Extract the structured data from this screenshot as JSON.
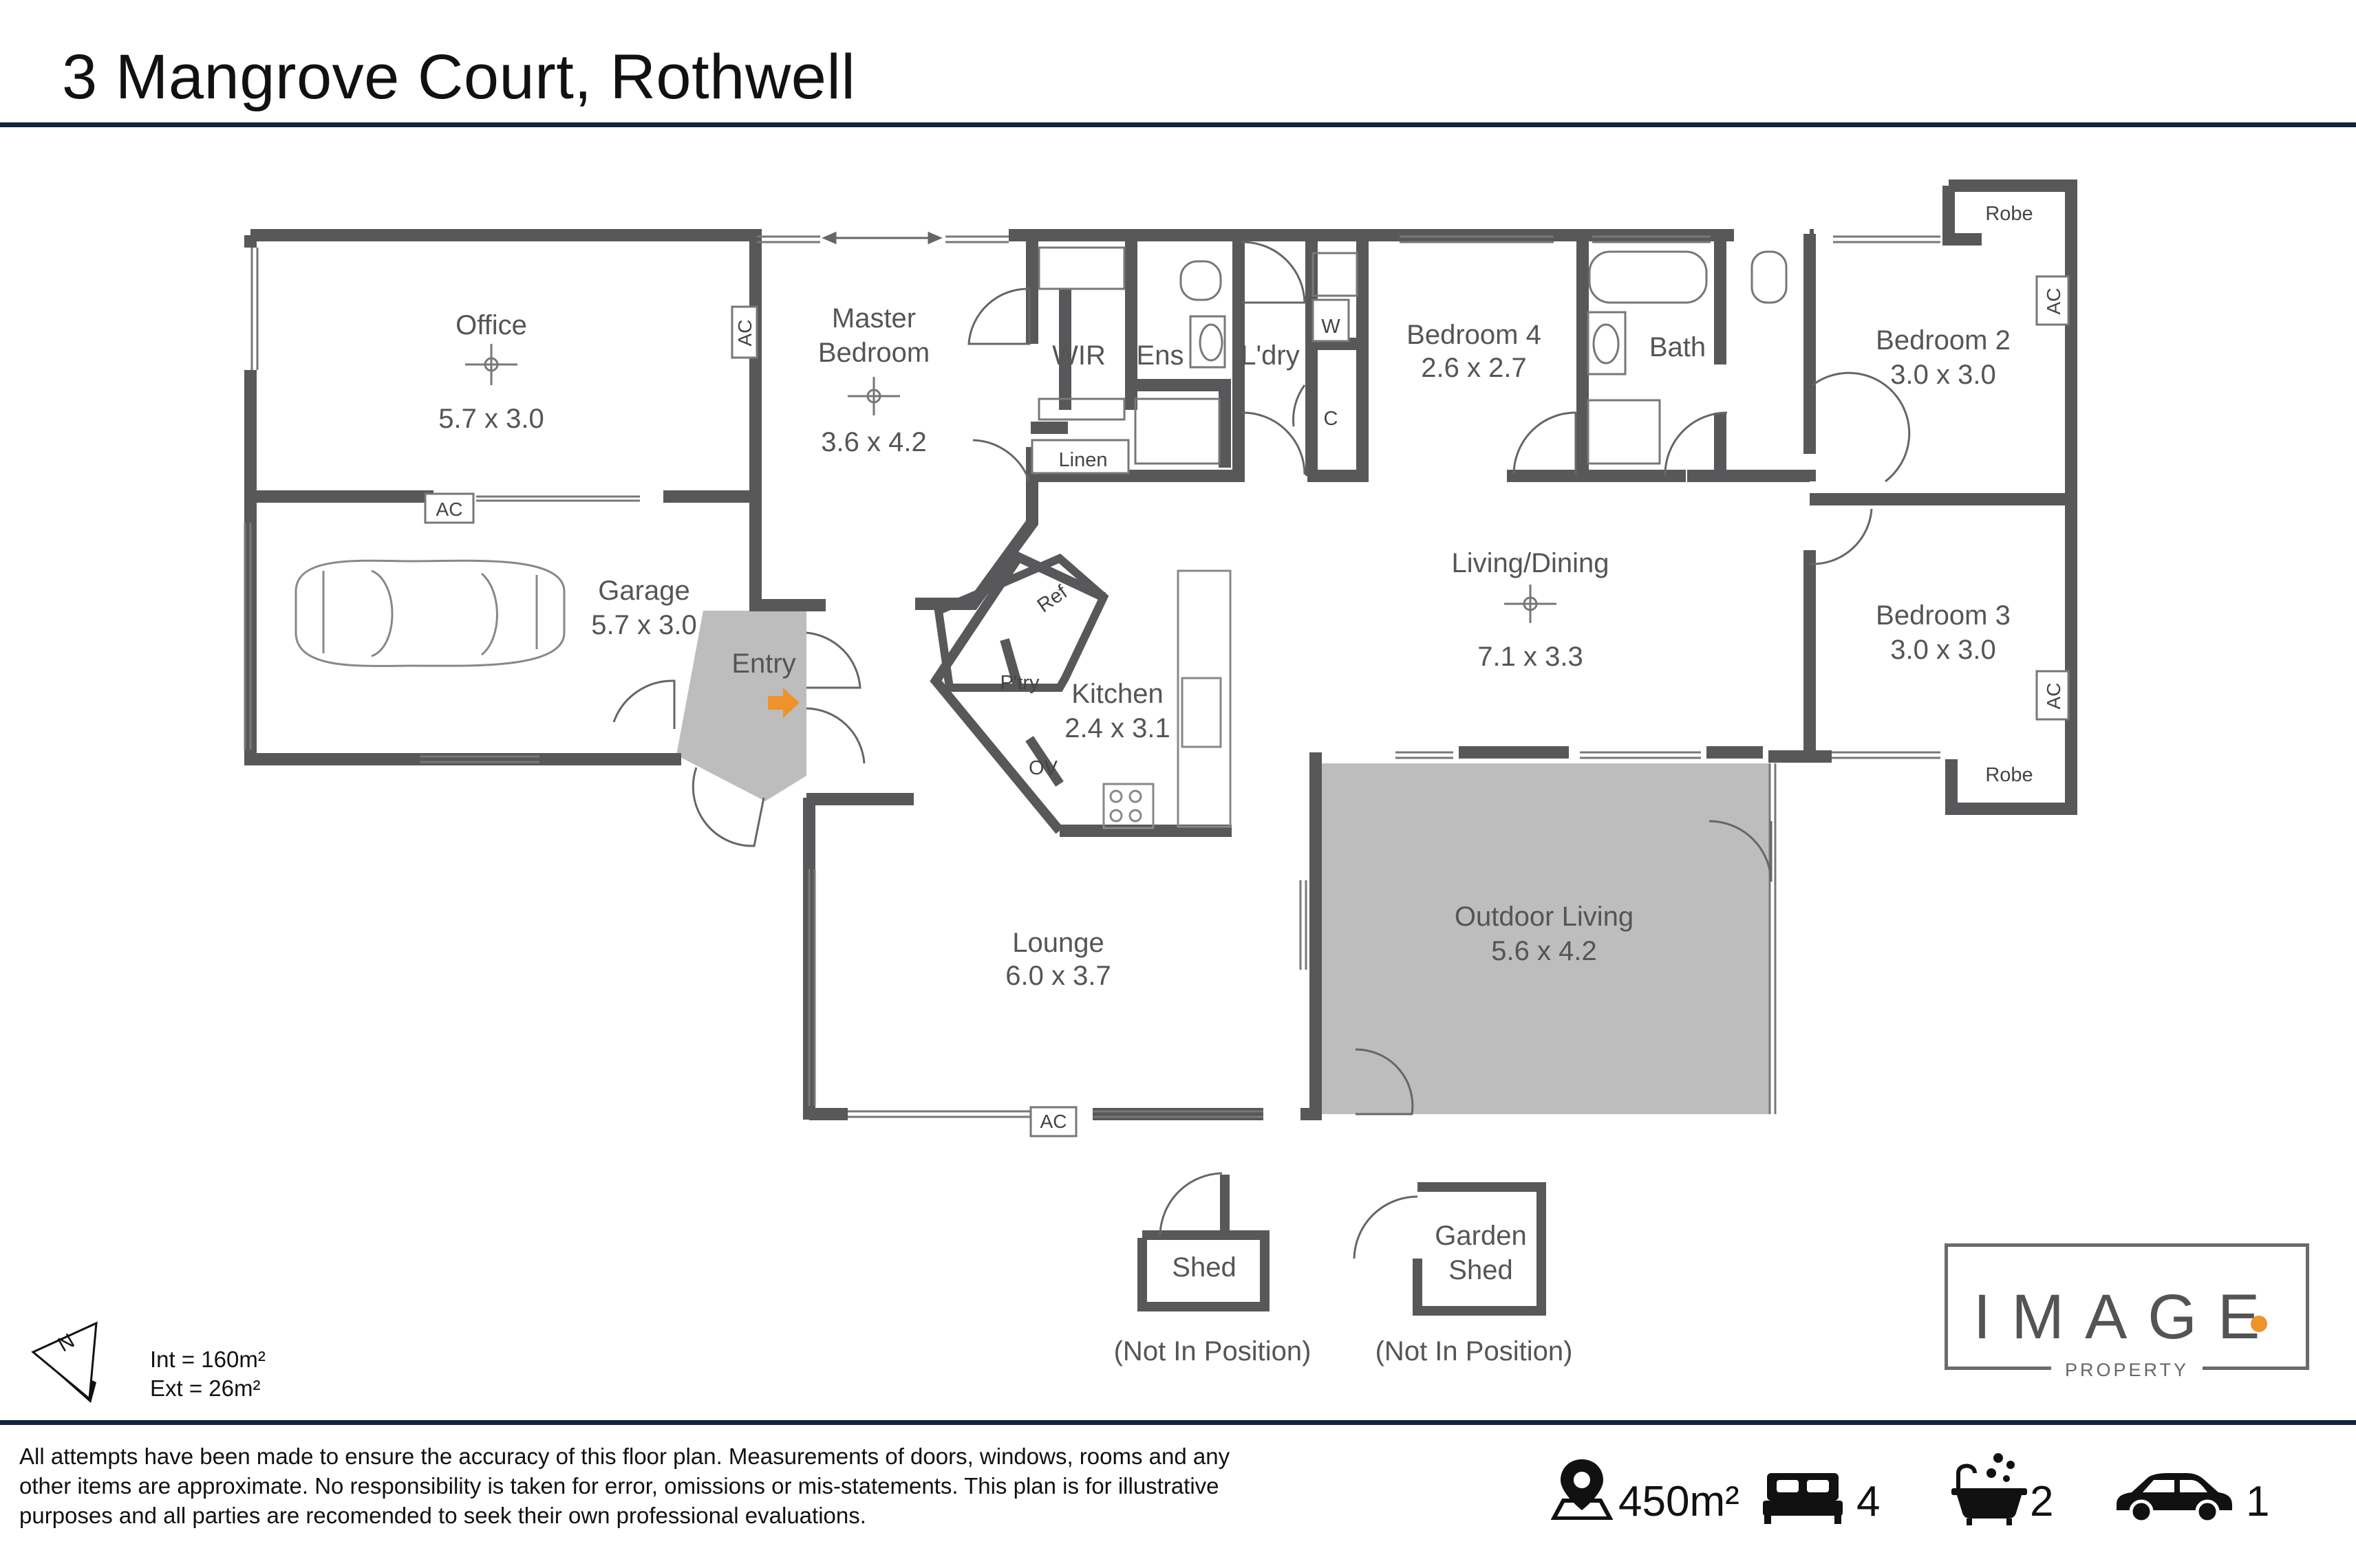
{
  "title": "3 Mangrove Court, Rothwell",
  "colors": {
    "rule": "#13253d",
    "wall": "#58585a",
    "shaded_area": "#bdbdbd",
    "entry_arrow": "#f0922c",
    "logo_dot": "#f0922c"
  },
  "rooms": {
    "office": {
      "name": "Office",
      "size": "5.7 x 3.0"
    },
    "garage": {
      "name": "Garage",
      "size": "5.7 x 3.0"
    },
    "entry": {
      "name": "Entry"
    },
    "master_bedroom": {
      "name_line1": "Master",
      "name_line2": "Bedroom",
      "size": "3.6 x 4.2"
    },
    "wir": {
      "name": "WIR"
    },
    "ens": {
      "name": "Ens"
    },
    "linen": {
      "name": "Linen"
    },
    "laundry": {
      "name": "L'dry"
    },
    "w": {
      "name": "W"
    },
    "c": {
      "name": "C"
    },
    "bedroom4": {
      "name": "Bedroom 4",
      "size": "2.6 x 2.7"
    },
    "bath": {
      "name": "Bath"
    },
    "bedroom2": {
      "name": "Bedroom 2",
      "size": "3.0 x 3.0"
    },
    "bedroom3": {
      "name": "Bedroom 3",
      "size": "3.0 x 3.0"
    },
    "robe_top": {
      "name": "Robe"
    },
    "robe_bottom": {
      "name": "Robe"
    },
    "living_dining": {
      "name": "Living/Dining",
      "size": "7.1 x 3.3"
    },
    "kitchen": {
      "name": "Kitchen",
      "size": "2.4 x 3.1"
    },
    "pantry": {
      "name": "P'try"
    },
    "ref": {
      "name": "Ref"
    },
    "oven": {
      "name": "OV"
    },
    "lounge": {
      "name": "Lounge",
      "size": "6.0 x 3.7"
    },
    "outdoor_living": {
      "name": "Outdoor Living",
      "size": "5.6 x 4.2"
    },
    "shed": {
      "name": "Shed",
      "note": "(Not In Position)"
    },
    "garden_shed": {
      "name_line1": "Garden",
      "name_line2": "Shed",
      "note": "(Not In Position)"
    }
  },
  "ac_labels": {
    "master": "AC",
    "office_garage": "AC",
    "bedroom2": "AC",
    "bedroom3": "AC",
    "lounge": "AC"
  },
  "compass": {
    "label": "N"
  },
  "areas": {
    "internal": "Int = 160m²",
    "external": "Ext = 26m²"
  },
  "disclaimer": {
    "line1": "All attempts have been made to ensure the accuracy of this floor plan. Measurements of doors, windows, rooms and any",
    "line2": "other items are approximate. No responsibility is taken for error, omissions or mis-statements. This plan is for illustrative",
    "line3": "purposes and all parties are recomended to seek their own professional evaluations."
  },
  "stats": {
    "land_area": "450m²",
    "bedrooms": "4",
    "bathrooms": "2",
    "car_spaces": "1",
    "icons": [
      "location-pin-icon",
      "bed-icon",
      "bathtub-icon",
      "car-icon"
    ]
  },
  "logo": {
    "word": "IMAGE",
    "sub": "PROPERTY"
  }
}
